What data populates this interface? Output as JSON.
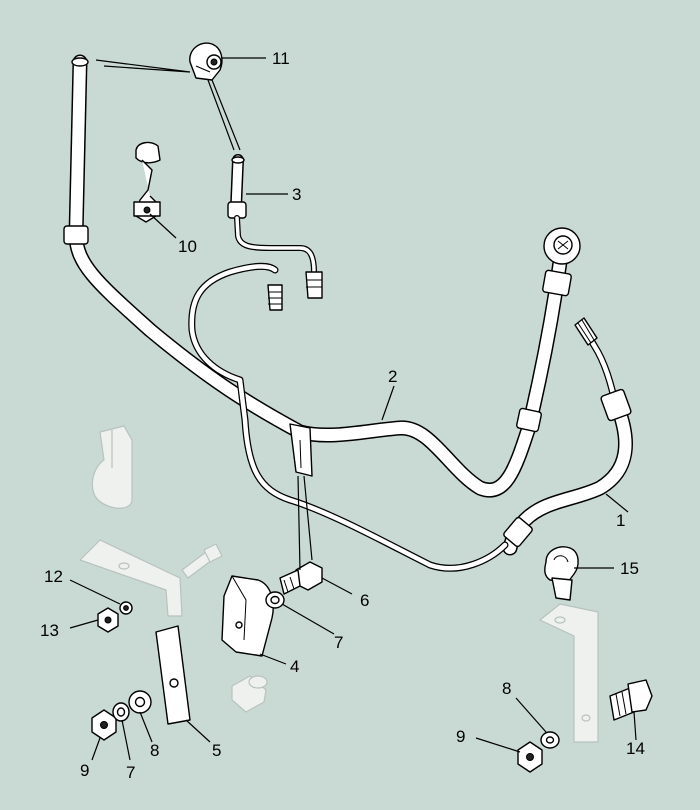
{
  "callouts": {
    "c1": "1",
    "c2": "2",
    "c3": "3",
    "c4": "4",
    "c5": "5",
    "c6": "6",
    "c7a": "7",
    "c7b": "7",
    "c8a": "8",
    "c8b": "8",
    "c9a": "9",
    "c9b": "9",
    "c10": "10",
    "c11": "11",
    "c12": "12",
    "c13": "13",
    "c14": "14",
    "c15": "15"
  },
  "colors": {
    "background": "#c9d9d4",
    "part_fill": "#ffffff",
    "outline": "#000000",
    "ghosted_part": "#eef1ee"
  }
}
